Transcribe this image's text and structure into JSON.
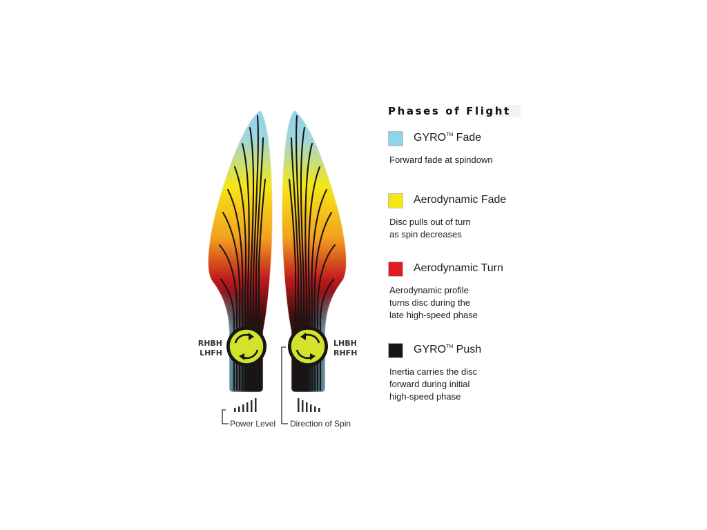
{
  "legend": {
    "title": "Phases of Flight",
    "items": [
      {
        "name": "GYRO",
        "tm": "TM",
        "suffix": " Fade",
        "description": "Forward fade at spindown",
        "color": "#8fd3ec"
      },
      {
        "name": "Aerodynamic Fade",
        "description": "Disc pulls out of turn\nas spin decreases",
        "color": "#f5e614"
      },
      {
        "name": "Aerodynamic Turn",
        "description": "Aerodynamic profile\nturns disc during the\nlate high-speed phase",
        "color": "#e01b22"
      },
      {
        "name": "GYRO",
        "tm": "TM",
        "suffix": " Push",
        "description": "Inertia carries the disc\nforward during initial\nhigh-speed phase",
        "color": "#161616"
      }
    ]
  },
  "paths": {
    "left_throw": {
      "line1": "RHBH",
      "line2": "LHFH",
      "spin": "clockwise"
    },
    "right_throw": {
      "line1": "LHBH",
      "line2": "RHFH",
      "spin": "counterclockwise"
    }
  },
  "bottom_labels": {
    "power_level": "Power Level",
    "direction_of_spin": "Direction of Spin"
  },
  "colors": {
    "fade_blue": "#8fd3ec",
    "aero_fade_yellow": "#f5e614",
    "orange": "#f19a1e",
    "aero_turn_red": "#e01b22",
    "push_black": "#161616",
    "disc_green": "#d3e32c"
  }
}
